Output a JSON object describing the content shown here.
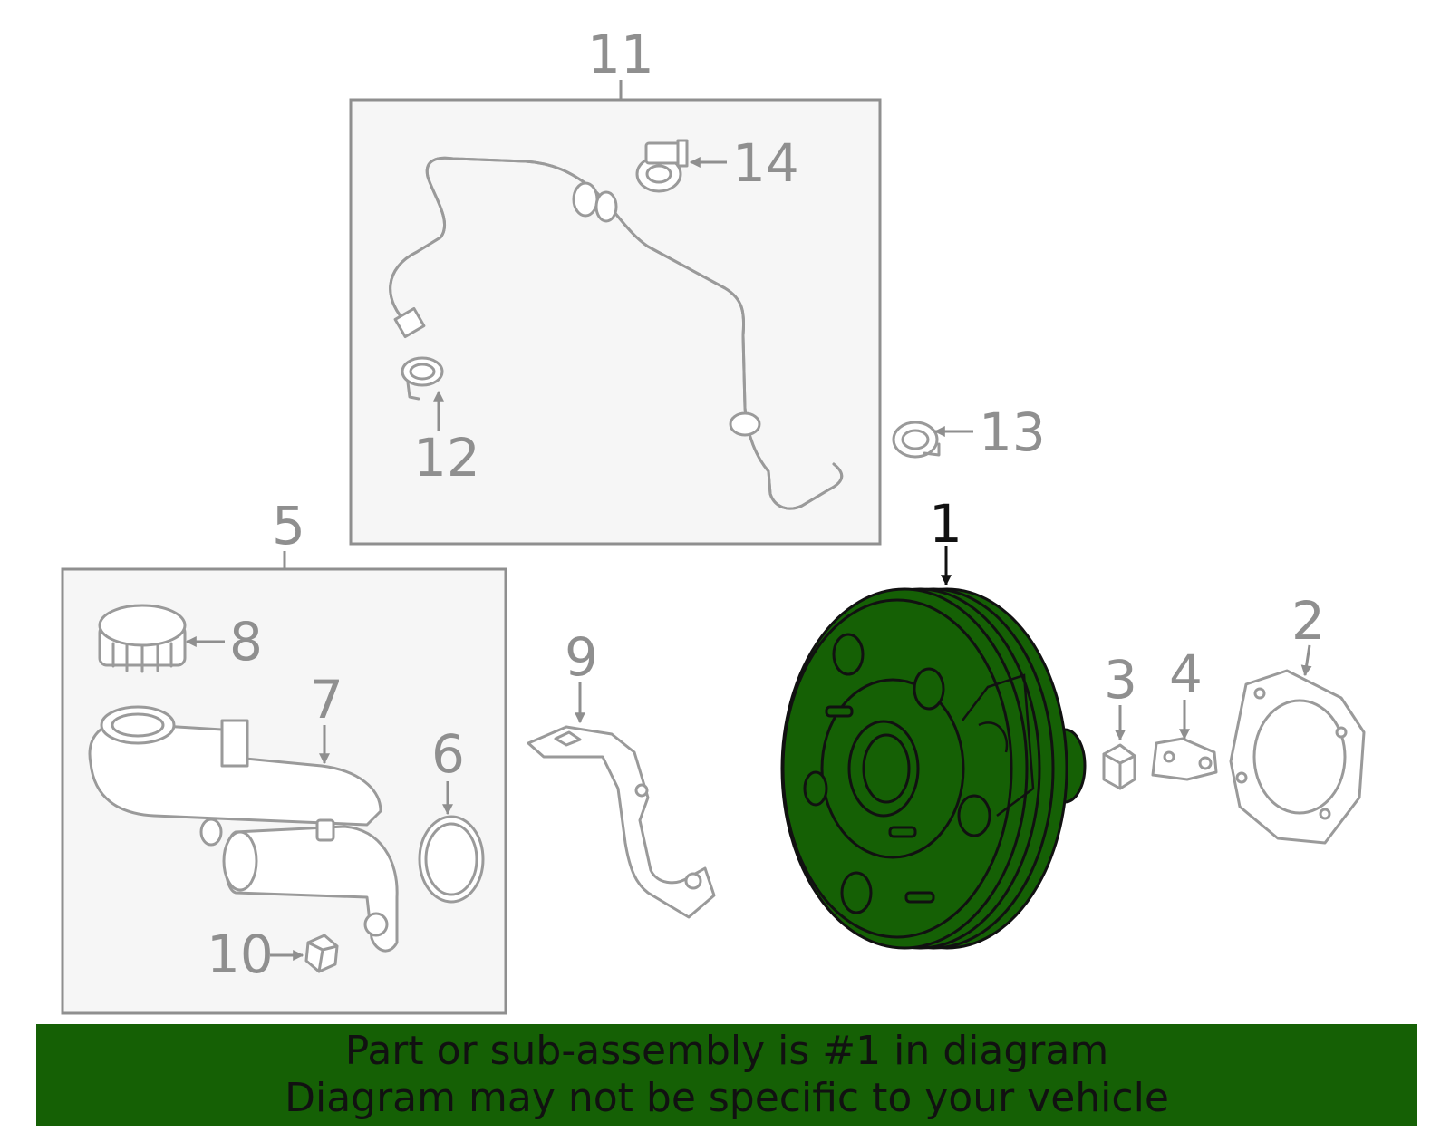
{
  "colors": {
    "highlight_fill": "#156005",
    "banner_bg": "#156005",
    "part_stroke": "#9a9a9a",
    "callout_text": "#8f8f8f",
    "highlight_text": "#111111"
  },
  "highlighted_part": "1",
  "callouts": {
    "c1": "1",
    "c2": "2",
    "c3": "3",
    "c4": "4",
    "c5": "5",
    "c6": "6",
    "c7": "7",
    "c8": "8",
    "c9": "9",
    "c10": "10",
    "c11": "11",
    "c12": "12",
    "c13": "13",
    "c14": "14"
  },
  "banner": {
    "line1": "Part or sub-assembly is #1 in diagram",
    "line2": "Diagram may not be specific to your vehicle"
  }
}
